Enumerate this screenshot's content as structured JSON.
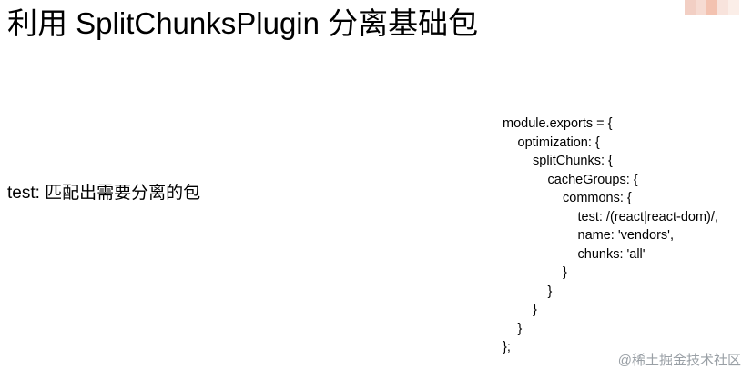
{
  "title": "利用 SplitChunksPlugin 分离基础包",
  "description": "test: 匹配出需要分离的包",
  "code_lines": [
    {
      "text": "module.exports = {",
      "indent": 0
    },
    {
      "text": "optimization: {",
      "indent": 1
    },
    {
      "text": "splitChunks: {",
      "indent": 2
    },
    {
      "text": "cacheGroups: {",
      "indent": 3
    },
    {
      "text": "commons: {",
      "indent": 4
    },
    {
      "text": "test: /(react|react-dom)/,",
      "indent": 5
    },
    {
      "text": "name: 'vendors',",
      "indent": 5
    },
    {
      "text": "chunks: 'all'",
      "indent": 5
    },
    {
      "text": "}",
      "indent": 4
    },
    {
      "text": "}",
      "indent": 3
    },
    {
      "text": "}",
      "indent": 2
    },
    {
      "text": "}",
      "indent": 1
    },
    {
      "text": "};",
      "indent": 0
    }
  ],
  "watermark": "@稀土掘金技术社区",
  "colors": {
    "swatches": [
      "#f2cfc4",
      "#f6dbd2",
      "#f3c2b0",
      "#f8e3dc",
      "#fbeee8"
    ]
  }
}
